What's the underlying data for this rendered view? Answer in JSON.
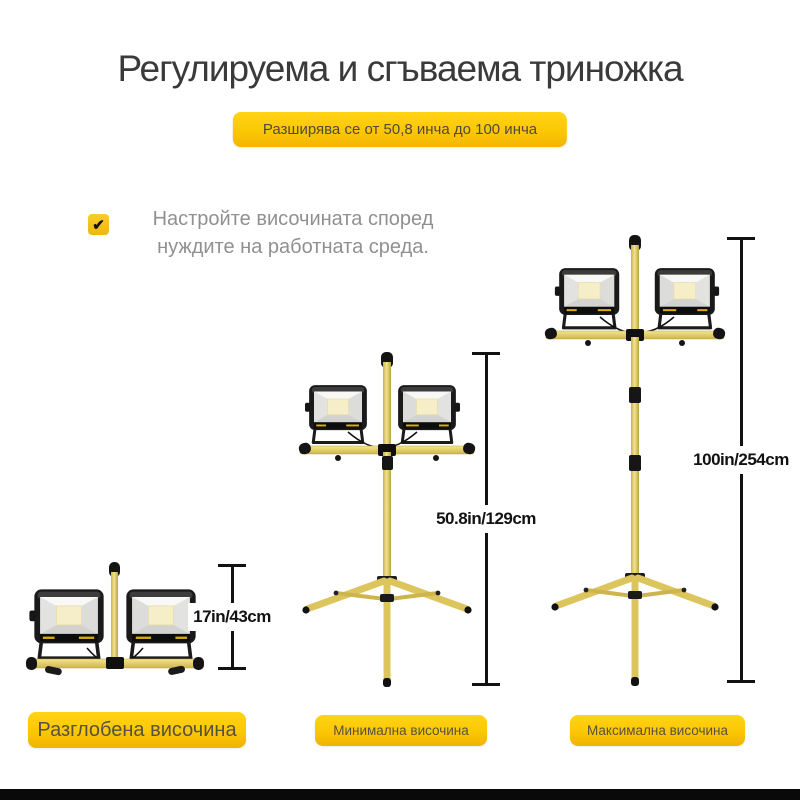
{
  "header": {
    "title": "Регулируема и сгъваема триножка",
    "expand_badge": "Разширява се от 50,8 инча до 100 инча"
  },
  "feature": {
    "checkmark": "✔",
    "line1": "Настройте височината според",
    "line2": "нуждите на работната среда."
  },
  "figures": [
    {
      "id": "collapsed",
      "measurement": "17in/43cm",
      "label": "Разглобена височина"
    },
    {
      "id": "minimum",
      "measurement": "50.8in/129cm",
      "label": "Минимална височина"
    },
    {
      "id": "maximum",
      "measurement": "100in/254cm",
      "label": "Максимална височина"
    }
  ],
  "colors": {
    "accent_yellow": "#fcc704",
    "tripod_yellow": "#dcc55c",
    "led_cream": "#f6eec9",
    "title_text": "#3a3a3a",
    "note_text": "#909090",
    "measure_text": "#121212",
    "bottom_bar": "#090909"
  }
}
